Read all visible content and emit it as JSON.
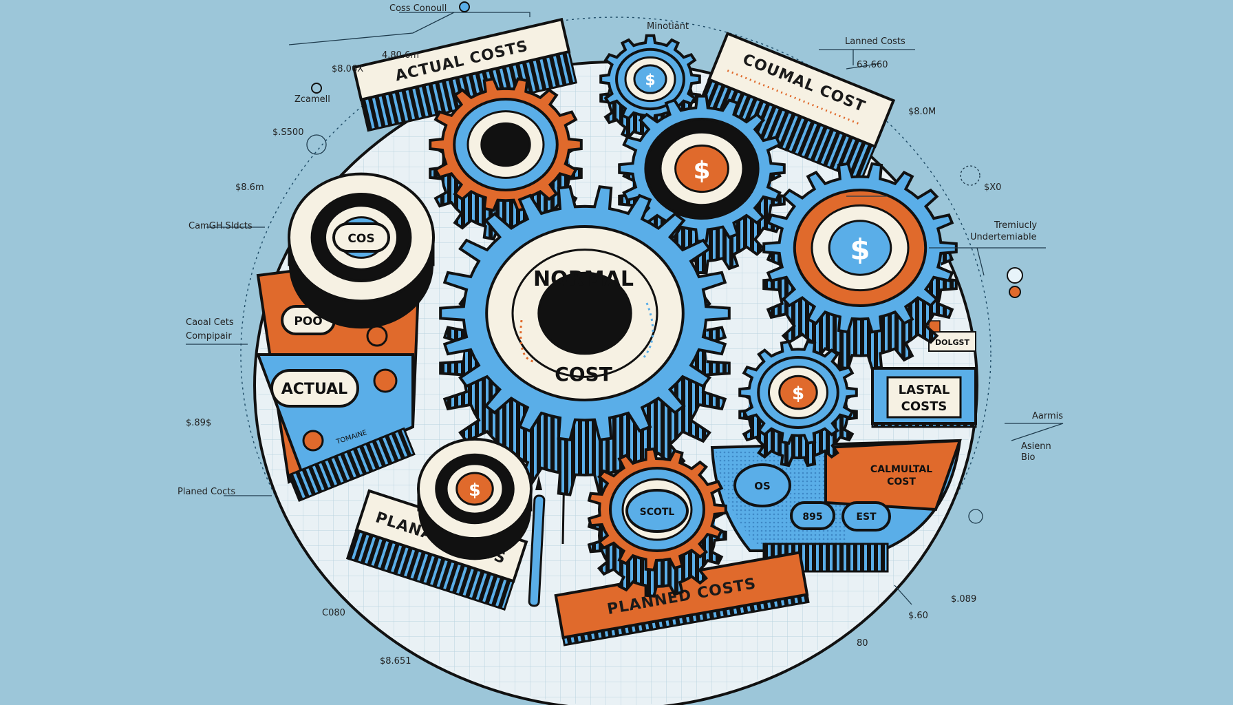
{
  "colors": {
    "background": "#9cc6d9",
    "ink": "#111111",
    "blue": "#5aaee8",
    "orange": "#e06a2c",
    "cream": "#f6f1e3",
    "grid": "#d7e6ee"
  },
  "center": {
    "top": "NORMAL",
    "bottom": "COST"
  },
  "banners": {
    "actual_costs": "ACTUAL COSTS",
    "coumal_cost": "COUMAL COST",
    "planal_costs": "PLANAL COSTS",
    "planned_costs": "PLANNED COSTS",
    "lastal_costs_1": "LASTAL",
    "lastal_costs_2": "COSTS",
    "calmultal_1": "CALMULTAL",
    "calmultal_2": "COST",
    "actual_pill": "ACTUAL",
    "cos_pill": "COS",
    "poo_pill": "POO",
    "os_pill": "OS",
    "n895_pill": "895",
    "est_pill": "EST",
    "scott_pill": "SCOTL",
    "dolgst": "DOLGST",
    "tomaine": "TOMAINE"
  },
  "gear_symbol": "$",
  "callouts": {
    "top_title": "Coss Conoull",
    "minotiant": "Minotiant",
    "lanned_costs": "Lanned Costs",
    "v63660": "63.660",
    "v4806m": "4.80.6m",
    "vs80ex": "$8.06X",
    "zcamell": "Zcamell",
    "vs8500": "$.S500",
    "vs80m": "$8.0M",
    "v886m": "$8.6m",
    "sx0": "$X0",
    "camgh": "CamGH.Sldcts",
    "tremiucly": "Tremiucly",
    "undertemiable": "Undertemiable",
    "caoal_cets": "Caoal Cets",
    "compipair": "Compipair",
    "v889": "$.89$",
    "aarmis": "Aarmis",
    "asienn": "Asienn",
    "bio": "Bio",
    "planed_costs": "Planed Cocts",
    "c080": "C080",
    "v869": "$.089",
    "v60": "$.60",
    "v8551": "$8.651",
    "v80": "80"
  }
}
